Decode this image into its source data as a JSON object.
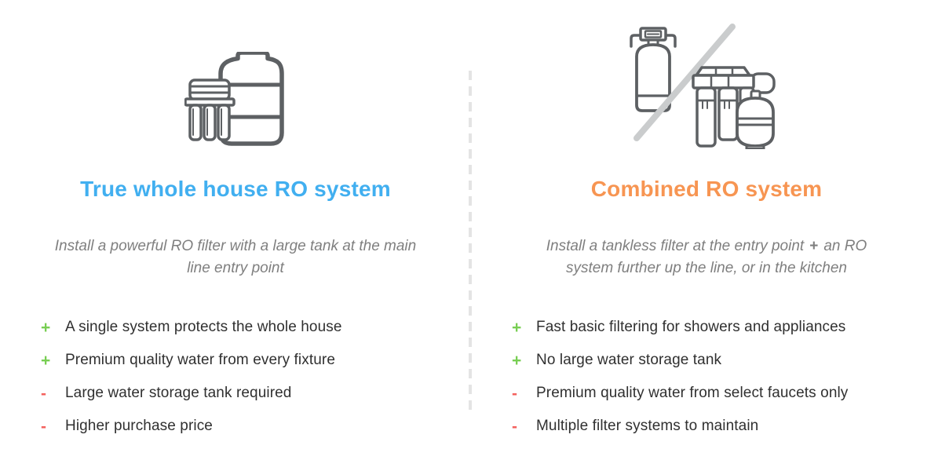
{
  "colors": {
    "plus": "#78ce53",
    "minus": "#f4625e",
    "text": "#303030",
    "description": "#7f7f7f",
    "icon_stroke": "#5d6063",
    "slash": "#cacccd",
    "divider": "#e4e4e4",
    "background": "#ffffff"
  },
  "columns": [
    {
      "id": "true-whole-house",
      "icon": "whole-house-ro-tank-icon",
      "title": "True whole house RO system",
      "title_color": "#41aff0",
      "description": {
        "part1": "Install a powerful RO filter with a large tank at the main line entry point",
        "plus": "",
        "part2": ""
      },
      "items": [
        {
          "sign": "+",
          "text": "A single system protects the whole house"
        },
        {
          "sign": "+",
          "text": "Premium quality water from every fixture"
        },
        {
          "sign": "-",
          "text": "Large water storage tank required"
        },
        {
          "sign": "-",
          "text": "Higher purchase price"
        }
      ]
    },
    {
      "id": "combined",
      "icon": "tankless-filter-plus-ro-system-icon",
      "title": "Combined RO system",
      "title_color": "#f79552",
      "description": {
        "part1": "Install a tankless filter at the entry point",
        "plus": "+",
        "part2": "an RO system further up the line, or in the kitchen"
      },
      "items": [
        {
          "sign": "+",
          "text": "Fast basic filtering for showers and appliances"
        },
        {
          "sign": "+",
          "text": "No large water storage tank"
        },
        {
          "sign": "-",
          "text": "Premium quality water from select faucets only"
        },
        {
          "sign": "-",
          "text": "Multiple filter systems to maintain"
        }
      ]
    }
  ]
}
